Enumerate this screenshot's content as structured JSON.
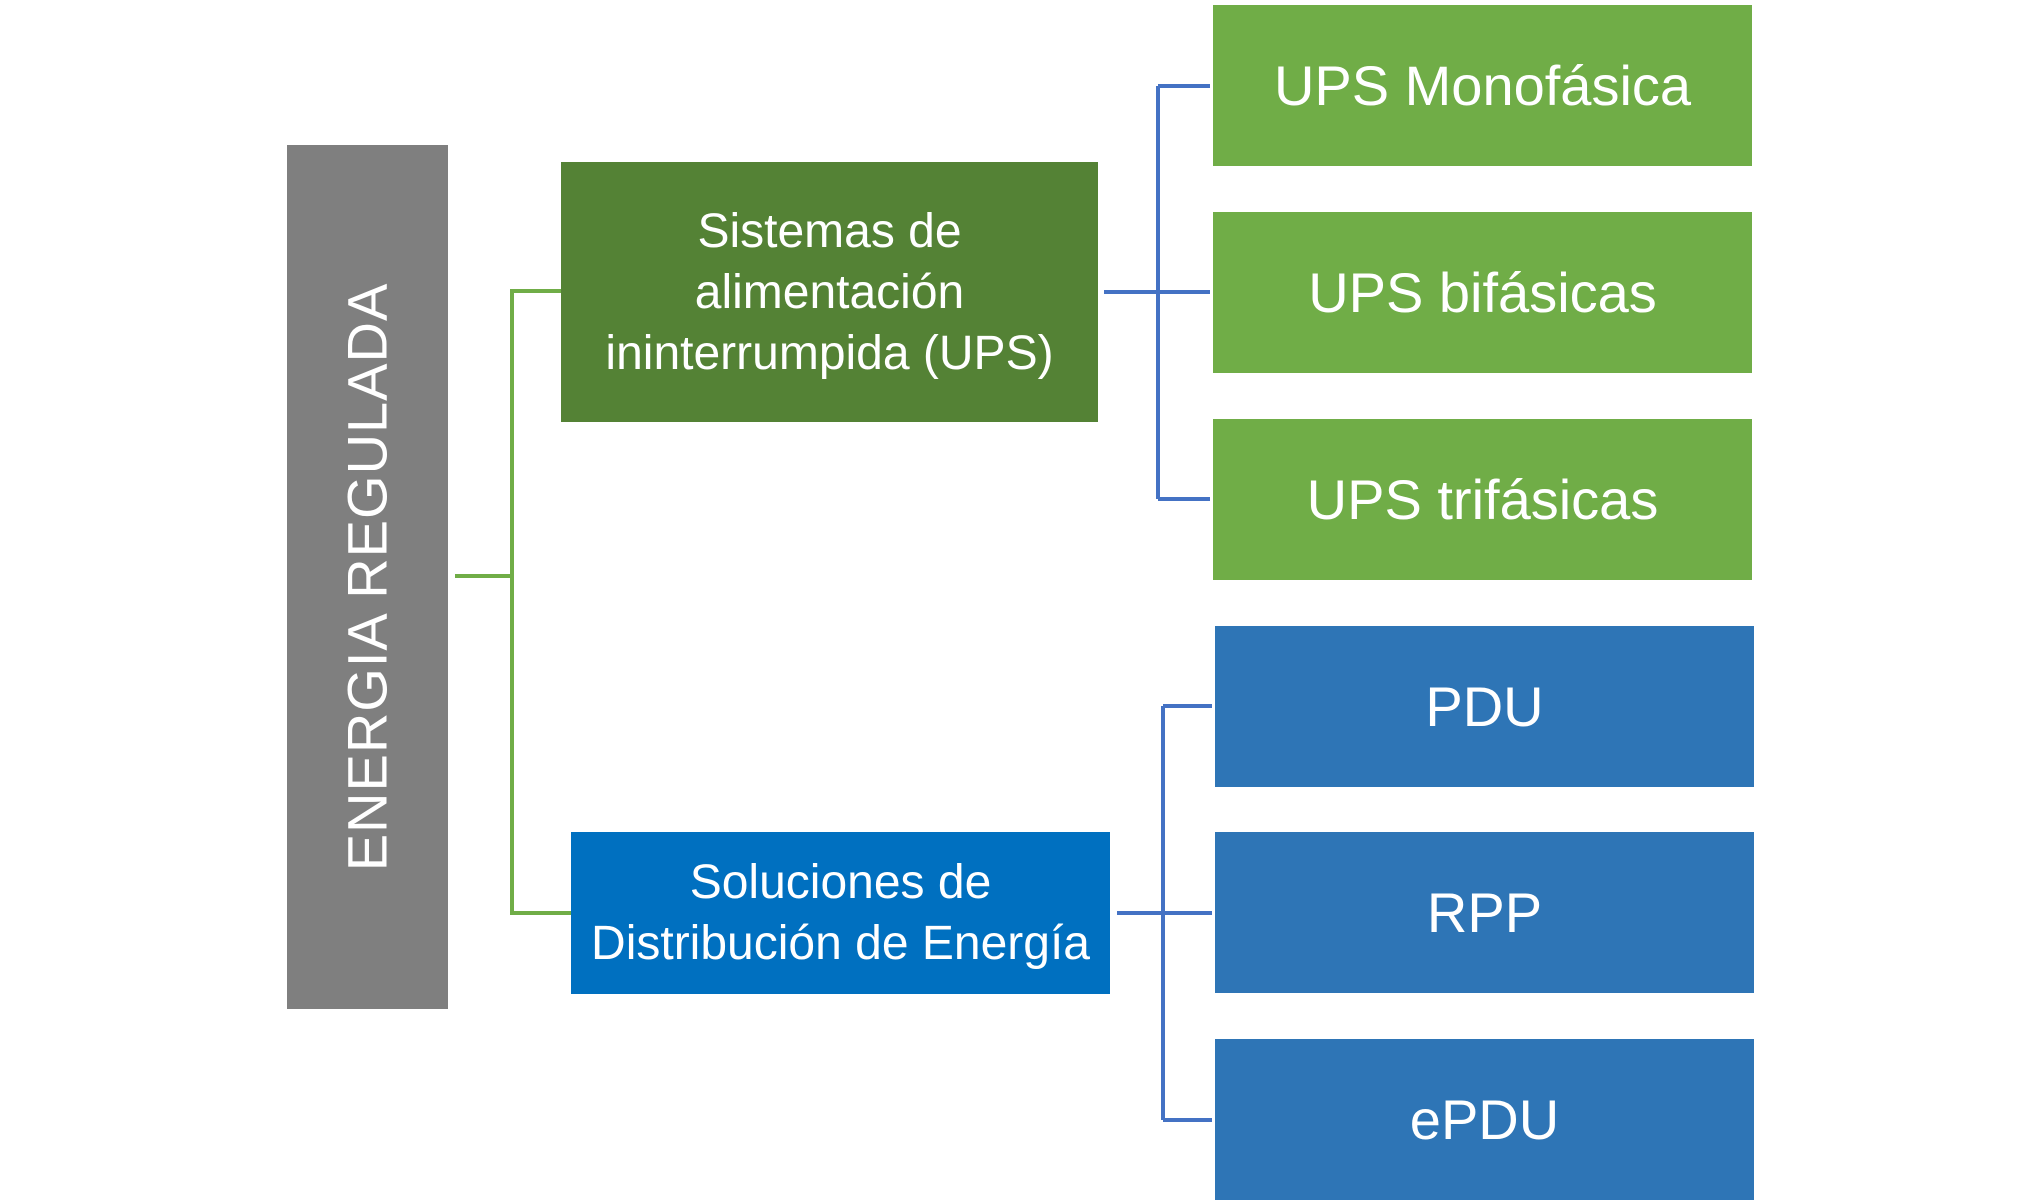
{
  "diagram": {
    "root": {
      "label": "ENERGIA REGULADA",
      "color": "#7f7f7f"
    },
    "branches": [
      {
        "label": "Sistemas de\nalimentación\nininterrumpida (UPS)",
        "color": "#548235",
        "connector_color": "#4472c4",
        "children": [
          {
            "label": "UPS Monofásica",
            "color": "#70ad47"
          },
          {
            "label": "UPS bifásicas",
            "color": "#70ad47"
          },
          {
            "label": "UPS trifásicas",
            "color": "#70ad47"
          }
        ]
      },
      {
        "label": "Soluciones de\nDistribución de Energía",
        "color": "#0070c0",
        "connector_color": "#4472c4",
        "children": [
          {
            "label": "PDU",
            "color": "#2e75b6"
          },
          {
            "label": "RPP",
            "color": "#2e75b6"
          },
          {
            "label": "ePDU",
            "color": "#2e75b6"
          }
        ]
      }
    ],
    "root_connector_color": "#70ad47"
  }
}
